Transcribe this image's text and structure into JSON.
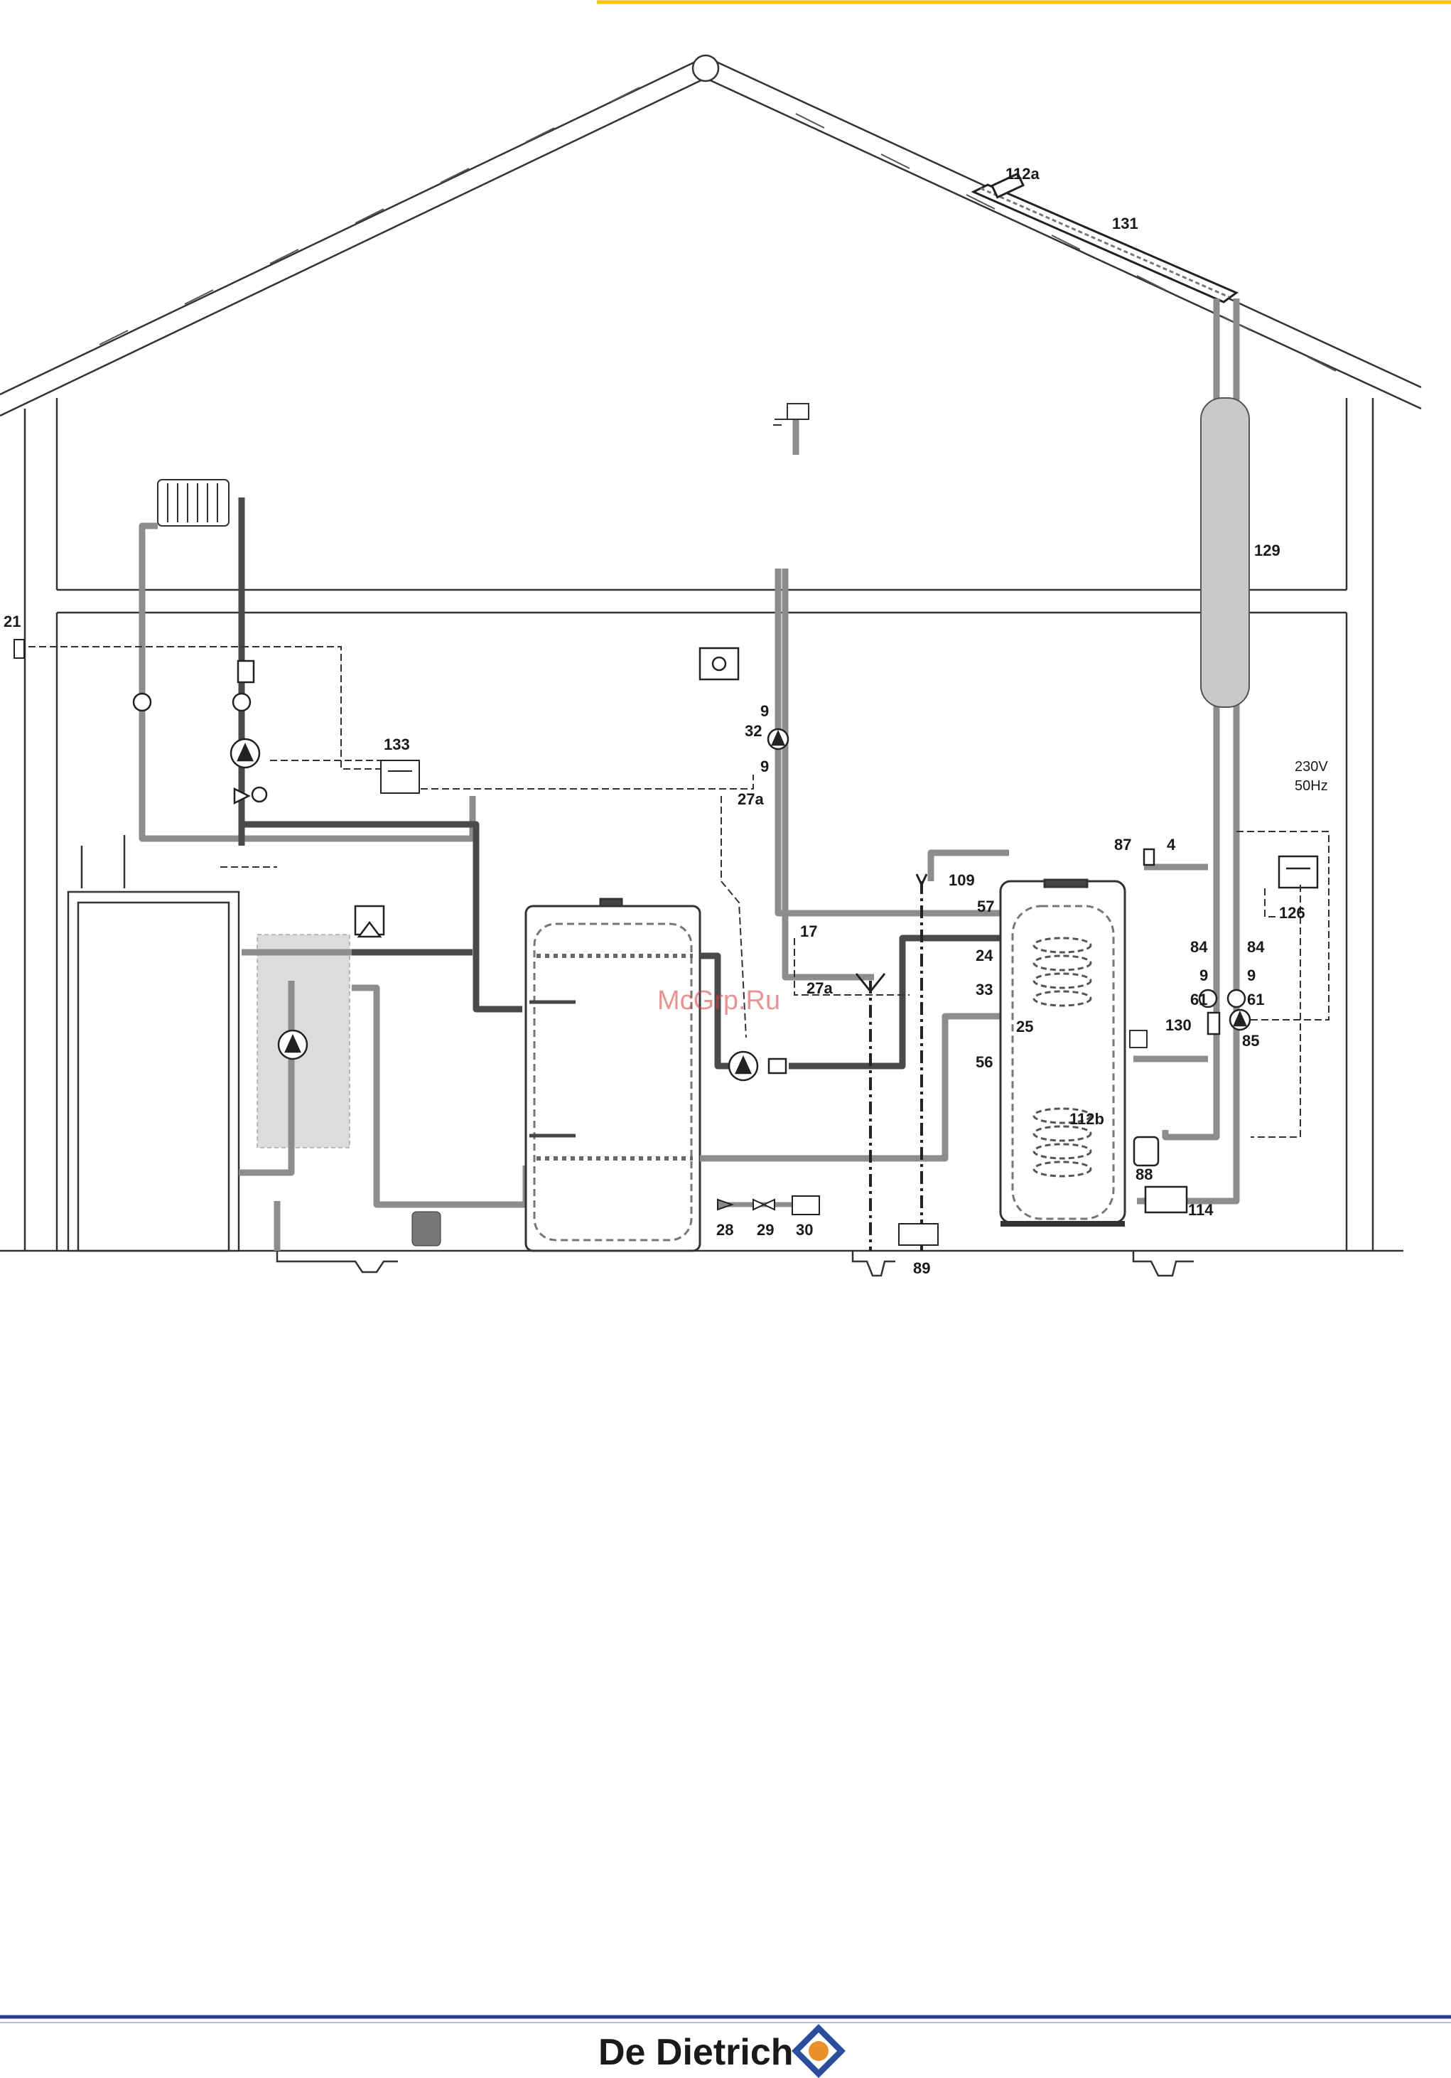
{
  "diagram": {
    "labels": {
      "l112a": "112a",
      "l131": "131",
      "l129": "129",
      "l21": "21",
      "l133": "133",
      "l9a": "9",
      "l32": "32",
      "l9b": "9",
      "l27a_top": "27a",
      "l17": "17",
      "l27a_mid": "27a",
      "l109": "109",
      "l57": "57",
      "l24": "24",
      "l33": "33",
      "l25": "25",
      "l56": "56",
      "l87": "87",
      "l4": "4",
      "l126": "126",
      "l230v": "230V",
      "l50hz": "50Hz",
      "l84a": "84",
      "l84b": "84",
      "l9c": "9",
      "l9d": "9",
      "l61a": "61",
      "l61b": "61",
      "l130": "130",
      "l85": "85",
      "l112b": "112b",
      "l88": "88",
      "l114": "114",
      "l28": "28",
      "l29": "29",
      "l30": "30",
      "l89": "89"
    },
    "watermark": "McGrp.Ru"
  },
  "footer": {
    "brand": "De Dietrich"
  },
  "colors": {
    "pipe_grey": "#8d8d8d",
    "pipe_dark": "#4a4a4a",
    "line": "#1a1a1a",
    "accent_yellow": "#f5c400",
    "footer_blue": "#1f3f8f",
    "logo_orange": "#e8912a",
    "logo_blue": "#2a4f9e"
  }
}
